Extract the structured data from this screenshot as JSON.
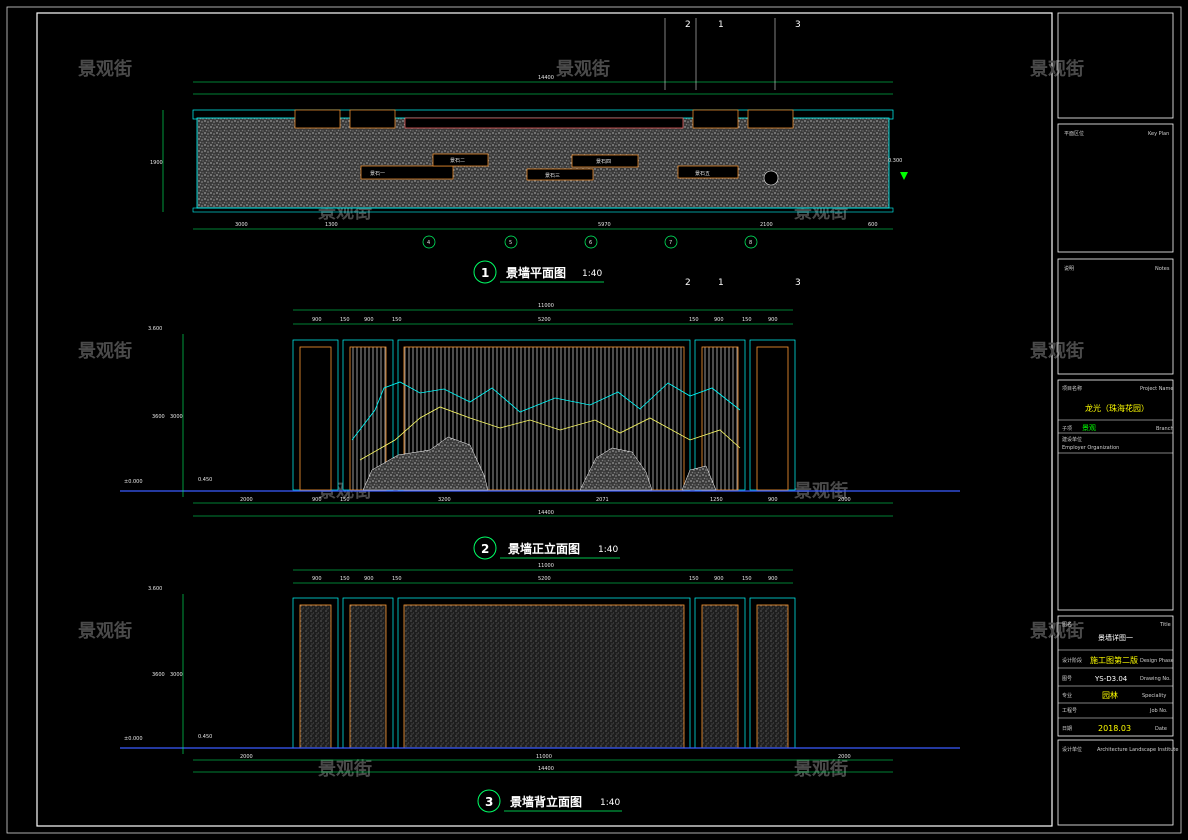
{
  "views": [
    {
      "num": "1",
      "title": "景墙平面图",
      "scale": "1:40"
    },
    {
      "num": "2",
      "title": "景墙正立面图",
      "scale": "1:40"
    },
    {
      "num": "3",
      "title": "景墙背立面图",
      "scale": "1:40"
    }
  ],
  "watermark": "景观街",
  "plan": {
    "overall_dim": "14400",
    "depth_dim": "1900",
    "bottom_dims": [
      "3000",
      "1300",
      "5970",
      "2100",
      "600"
    ],
    "top_markers": [
      "2",
      "1",
      "3"
    ],
    "bottom_markers": [
      "2",
      "1",
      "3"
    ],
    "stones": [
      "景石一",
      "景石二",
      "景石三",
      "景石四",
      "景石五"
    ],
    "detail_refs": [
      "4",
      "5",
      "6",
      "7",
      "8"
    ],
    "elev_mark": "0.300"
  },
  "front": {
    "overall_dim": "14400",
    "top_width": "11000",
    "top_dims": [
      "900",
      "150",
      "900",
      "150",
      "5200",
      "150",
      "900",
      "150",
      "900"
    ],
    "bottom_dims": [
      "2000",
      "900",
      "150",
      "3200",
      "2071",
      "1250",
      "900",
      "2000"
    ],
    "height_dims": [
      "3000",
      "3600"
    ],
    "elev_top": "3.600",
    "elev_ground": "±0.000",
    "elev_mid": "0.450"
  },
  "back": {
    "overall_dim": "14400",
    "top_width": "11000",
    "top_dims": [
      "900",
      "150",
      "900",
      "150",
      "5200",
      "150",
      "900",
      "150",
      "900"
    ],
    "bottom_dims": [
      "2000",
      "11000",
      "2000"
    ],
    "height_dims": [
      "3000",
      "3600"
    ],
    "elev_top": "3.600",
    "elev_ground": "±0.000",
    "elev_mid": "0.450"
  },
  "title_block": {
    "key_plan_label": "平面区位",
    "key_plan_en": "Key Plan",
    "notes_label": "说明",
    "notes_en": "Notes",
    "project_label": "项目名称",
    "project_en": "Project Name",
    "project_value": "龙光（珠海花园）",
    "sub_label": "子项",
    "sub_value": "景观",
    "sub_en": "Branch",
    "unit_label": "建设单位",
    "unit_en": "Employer Organization",
    "drawing_label": "图名",
    "drawing_en": "Title",
    "drawing_value": "景墙详图一",
    "stage_label": "设计阶段",
    "stage_en": "Design Phase",
    "stage_value": "施工图第二版",
    "no_label": "图号",
    "no_en": "Drawing No.",
    "no_value": "YS-D3.04",
    "spec_label": "专业",
    "spec_en": "Speciality",
    "spec_value": "园林",
    "job_label": "工程号",
    "job_en": "Job No.",
    "date_label": "日期",
    "date_en": "Date",
    "date_value": "2018.03",
    "firm_label": "设计单位",
    "firm_en": "Architecture Landscape Institute"
  }
}
